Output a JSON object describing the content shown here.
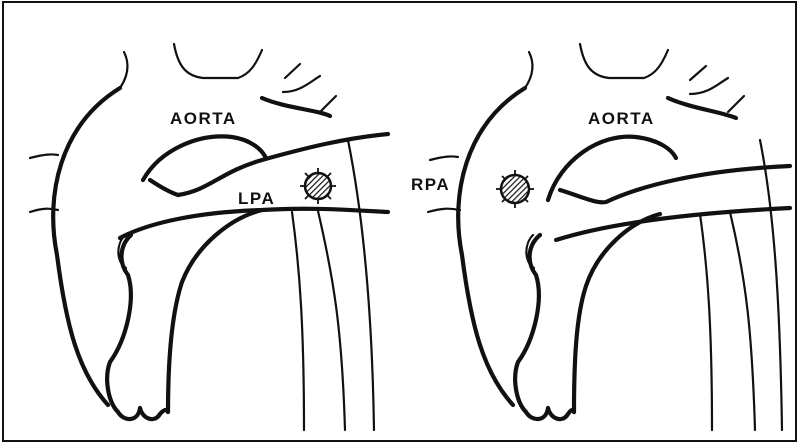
{
  "labels": {
    "left_aorta": "AORTA",
    "left_lpa": "LPA",
    "right_aorta": "AORTA",
    "right_rpa": "RPA"
  },
  "colors": {
    "ink": "#111111",
    "background": "#ffffff"
  }
}
